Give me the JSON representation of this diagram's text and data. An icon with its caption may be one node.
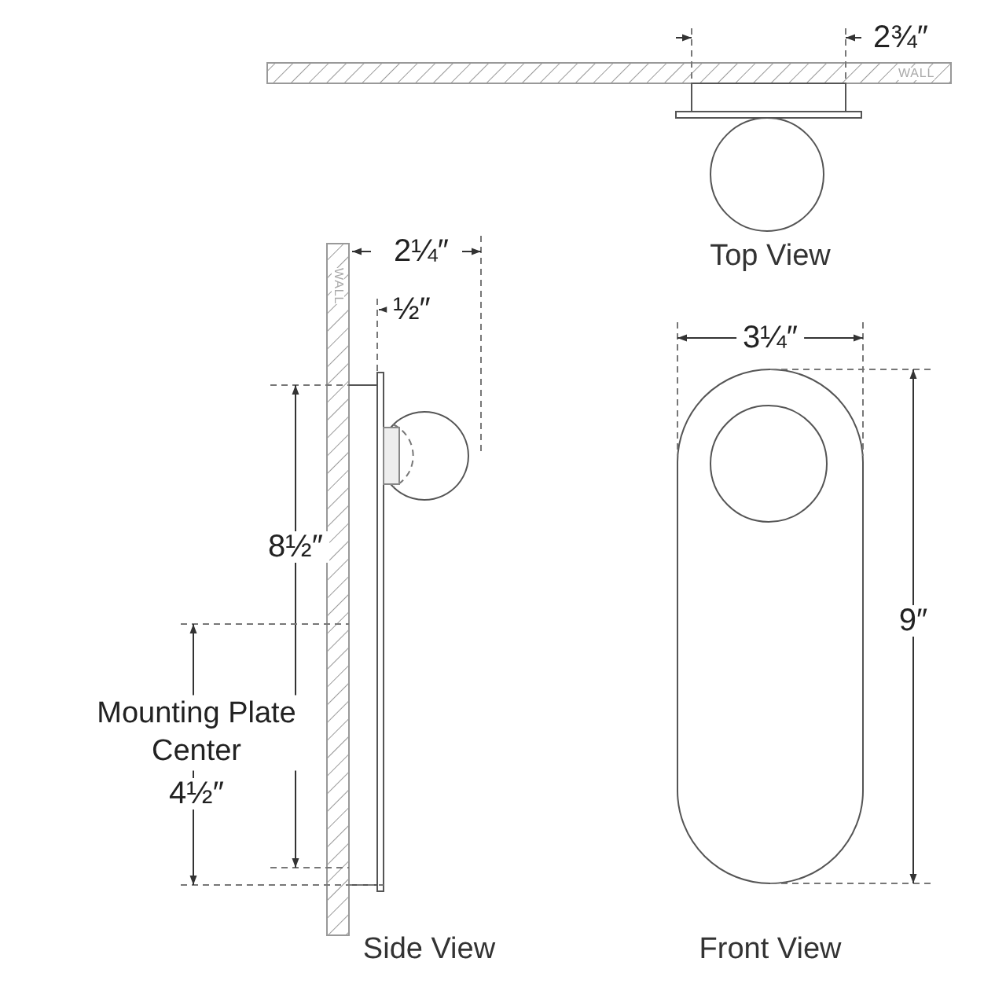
{
  "diagram": {
    "labels": [
      "2¾″",
      "WALL",
      "Top View",
      "2¼″",
      "WALL",
      "½″",
      "8½″",
      "Mounting Plate Center",
      "4½″",
      "3¼″",
      "9″",
      "Side View",
      "Front View"
    ]
  }
}
